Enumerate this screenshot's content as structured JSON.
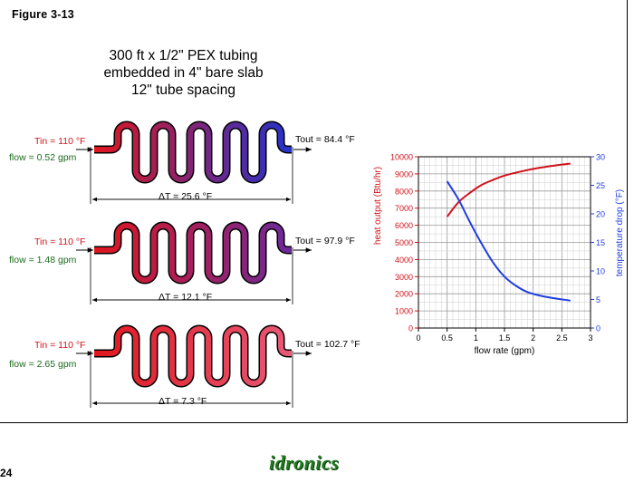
{
  "figure_label": "Figure 3-13",
  "title_lines": [
    "300 ft x 1/2\" PEX tubing",
    "embedded in 4\" bare slab",
    "12\" tube spacing"
  ],
  "cases": [
    {
      "tin": "Tin = 110 °F",
      "flow": "flow = 0.52 gpm",
      "tout": "Tout = 84.4 °F",
      "dt": "ΔT = 25.6 °F",
      "colors": [
        "#e0161e",
        "#2233cc"
      ]
    },
    {
      "tin": "Tin = 110 °F",
      "flow": "flow = 1.48 gpm",
      "tout": "Tout = 97.9 °F",
      "dt": "ΔT = 12.1 °F",
      "colors": [
        "#e0161e",
        "#6a2a9a"
      ]
    },
    {
      "tin": "Tin = 110 °F",
      "flow": "flow = 2.65 gpm",
      "tout": "Tout = 102.7 °F",
      "dt": "ΔT = 7.3 °F",
      "colors": [
        "#e0161e",
        "#e85a78"
      ]
    }
  ],
  "page_number": "24",
  "logo_text": "idronics",
  "chart_data": {
    "type": "line",
    "xlabel": "flow rate (gpm)",
    "ylabel_left": "heat output (Btu/hr)",
    "ylabel_right": "temperature drop (°F)",
    "xlim": [
      0,
      3
    ],
    "ylim_left": [
      0,
      10000
    ],
    "ylim_right": [
      0,
      30
    ],
    "x_ticks": [
      "0",
      "0.5",
      "1",
      "1.5",
      "2",
      "2.5",
      "3"
    ],
    "y_ticks_left": [
      "0",
      "1000",
      "2000",
      "3000",
      "4000",
      "5000",
      "6000",
      "7000",
      "8000",
      "9000",
      "10000"
    ],
    "y_ticks_right": [
      "0",
      "5",
      "10",
      "15",
      "20",
      "25",
      "30"
    ],
    "series": [
      {
        "axis": "left",
        "color": "#d0121b",
        "x": [
          0.5,
          0.7,
          0.9,
          1.1,
          1.3,
          1.5,
          1.8,
          2.1,
          2.4,
          2.65
        ],
        "y": [
          6500,
          7350,
          7900,
          8350,
          8650,
          8900,
          9150,
          9350,
          9500,
          9600
        ]
      },
      {
        "axis": "right",
        "color": "#1f3fe0",
        "x": [
          0.5,
          0.7,
          0.9,
          1.1,
          1.3,
          1.5,
          1.7,
          1.9,
          2.2,
          2.65
        ],
        "y": [
          25.7,
          22.5,
          18.5,
          14.8,
          11.5,
          9.0,
          7.4,
          6.3,
          5.5,
          4.8
        ]
      }
    ]
  }
}
